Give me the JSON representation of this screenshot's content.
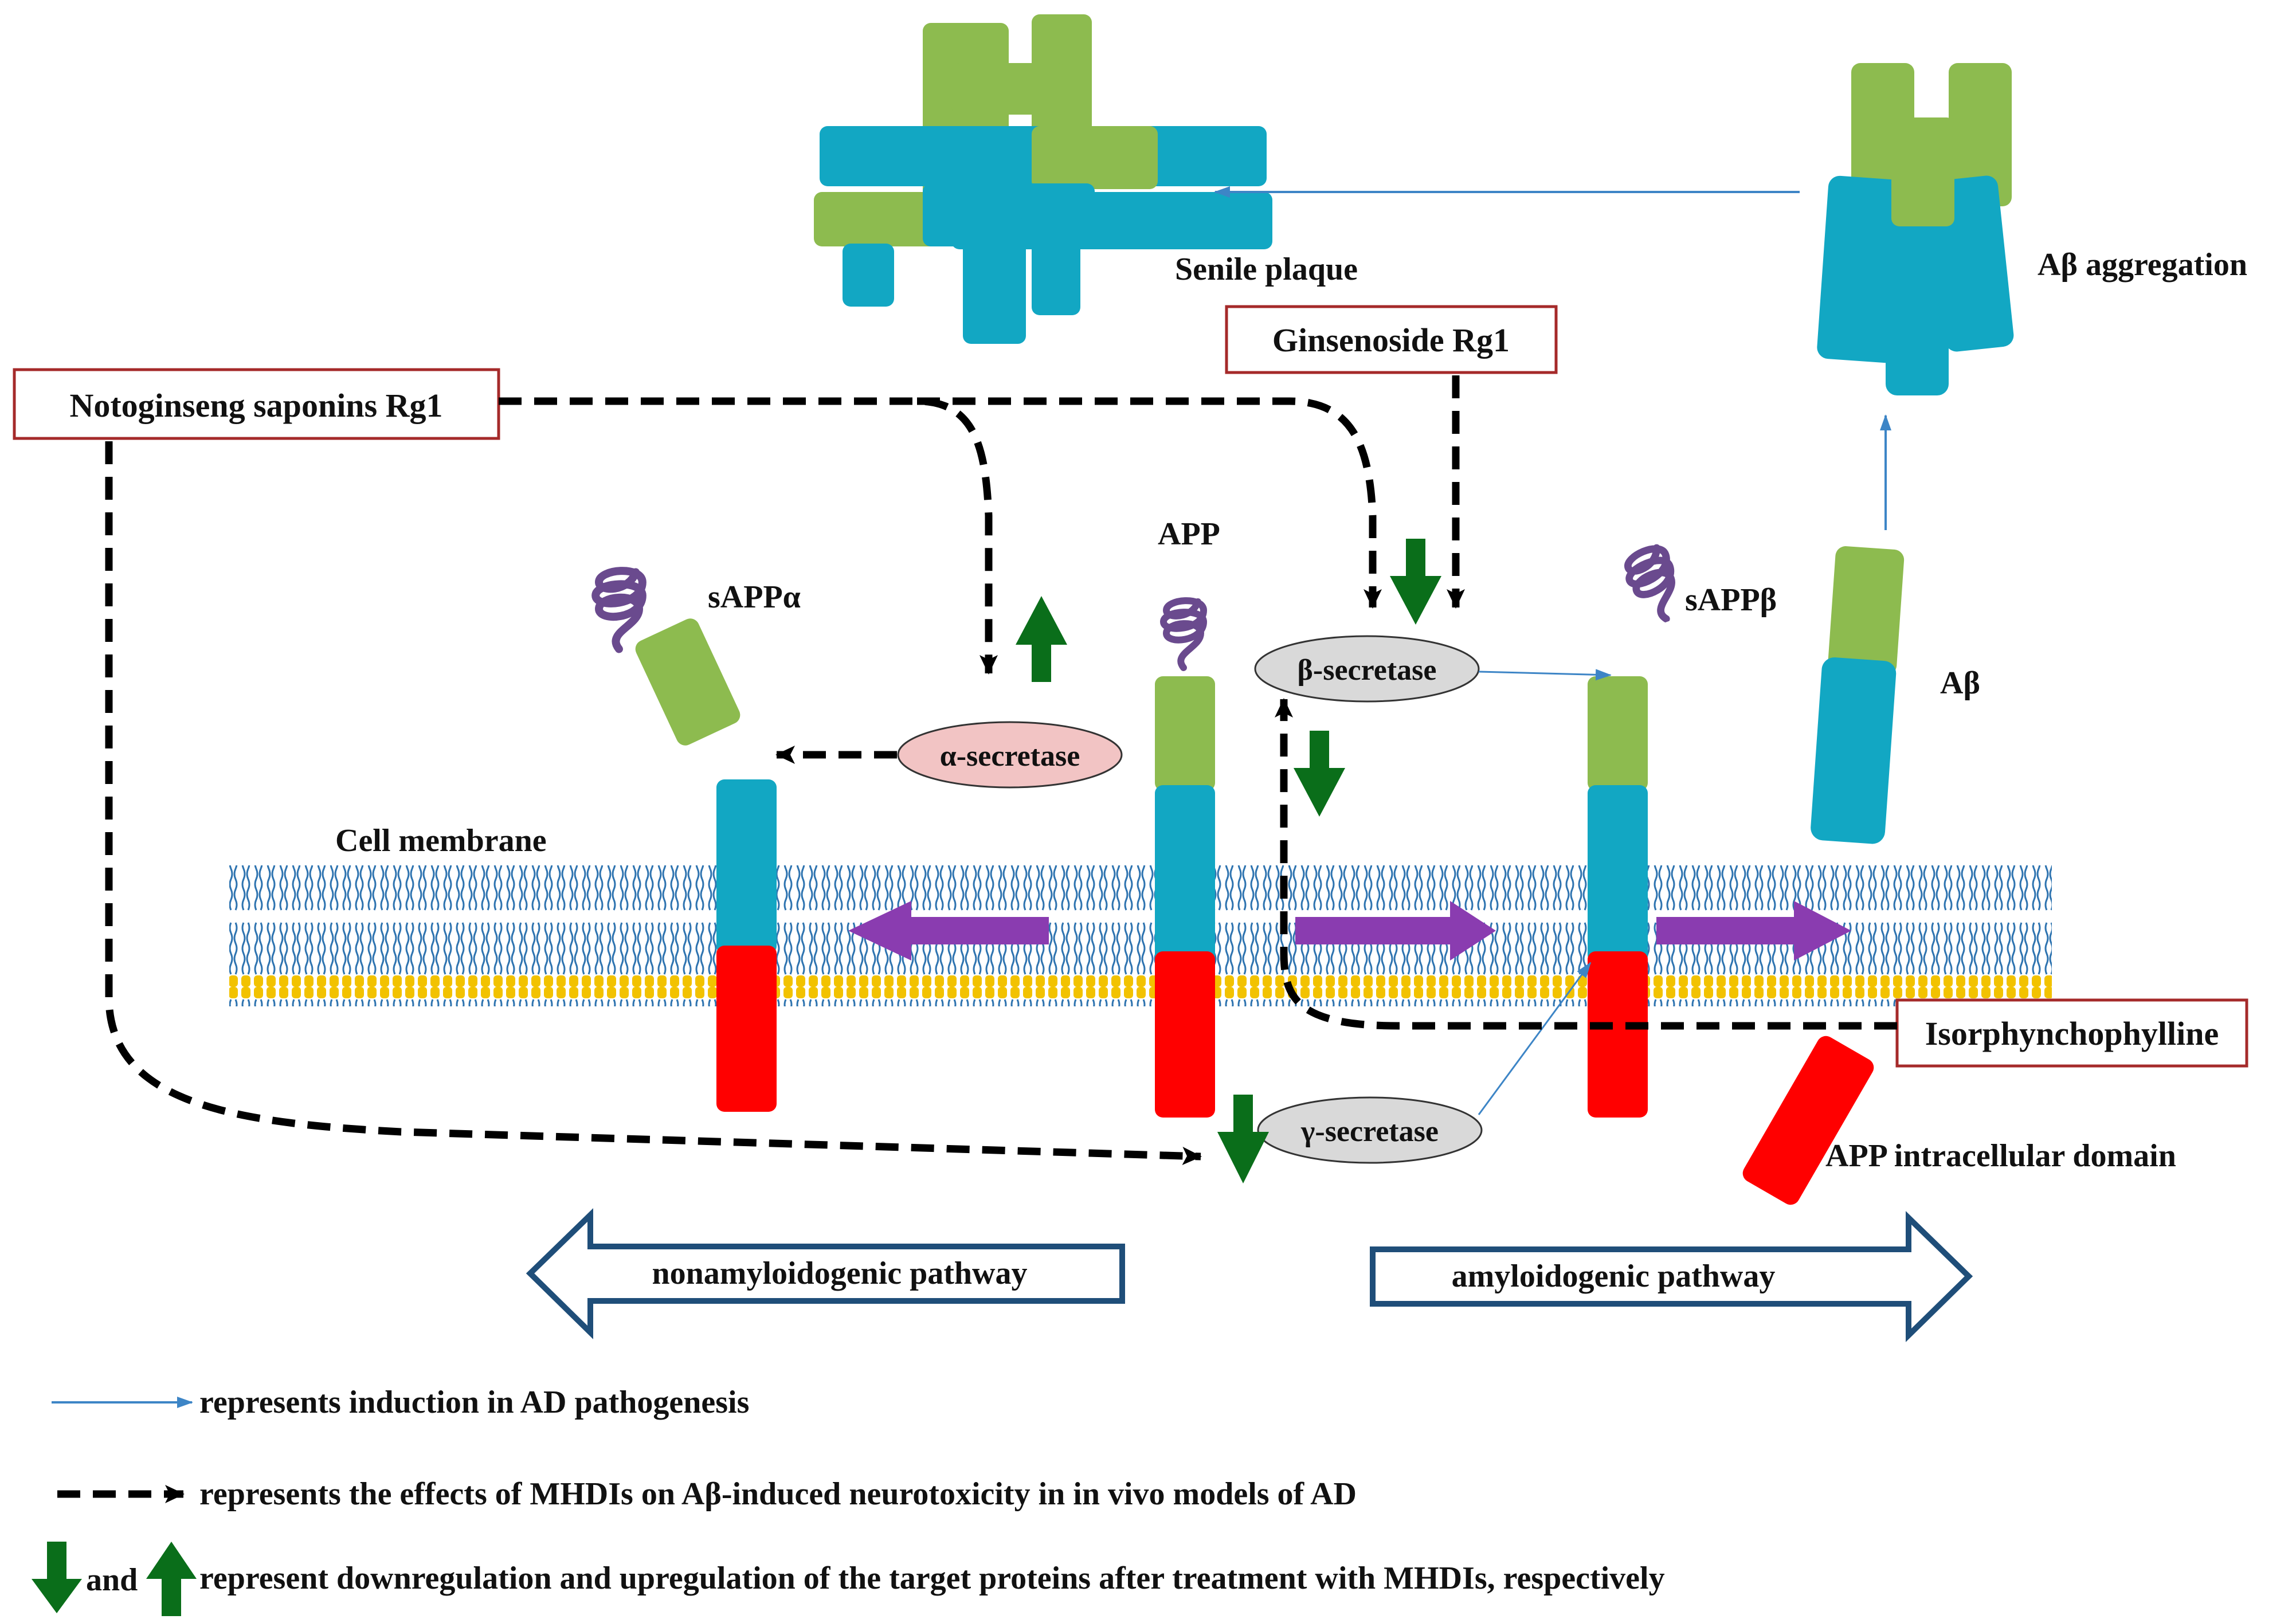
{
  "colors": {
    "green": "#8dbb4f",
    "teal": "#12a7c3",
    "red": "#ff0000",
    "purple": "#8a3cb0",
    "coil": "#6a4a8e",
    "membrane_head": "#f2c200",
    "membrane_tail": "#2f74b0",
    "box_border": "#a52a2a",
    "thin_arrow": "#3d85c6",
    "dashed_arrow": "#000000",
    "reg_arrow": "#0a6e1a",
    "pathway_outline": "#1f4e79",
    "alpha_fill": "#f2c4c4",
    "gray_fill": "#d9d9d9"
  },
  "icons": {
    "induction": "thin-blue-arrow-icon",
    "effect": "dashed-black-arrow-icon",
    "down": "green-down-arrow-icon",
    "up": "green-up-arrow-icon"
  },
  "labels": {
    "senile_plaque": "Senile plaque",
    "abeta_aggregation": "Aβ aggregation",
    "abeta": "Aβ",
    "app": "APP",
    "sapp_alpha": "sAPPα",
    "sapp_beta": "sAPPβ",
    "cell_membrane": "Cell membrane",
    "aicd": "APP intracellular  domain"
  },
  "compounds": {
    "notoginseng": "Notoginseng saponins Rg1",
    "ginsenoside": "Ginsenoside Rg1",
    "isorphynchophylline": "Isorphynchophylline"
  },
  "enzymes": {
    "alpha": "α-secretase",
    "beta": "β-secretase",
    "gamma": "γ-secretase"
  },
  "pathways": {
    "nonamyloidogenic": "nonamyloidogenic  pathway",
    "amyloidogenic": "amyloidogenic  pathway"
  },
  "legend": {
    "induction": "represents induction  in AD pathogenesis",
    "effect": "represents the effects of MHDIs on  Aβ-induced  neurotoxicity  in in vivo models of AD",
    "and": "and",
    "regulation": "represent downregulation  and upregulation  of the target proteins after treatment with  MHDIs, respectively"
  }
}
